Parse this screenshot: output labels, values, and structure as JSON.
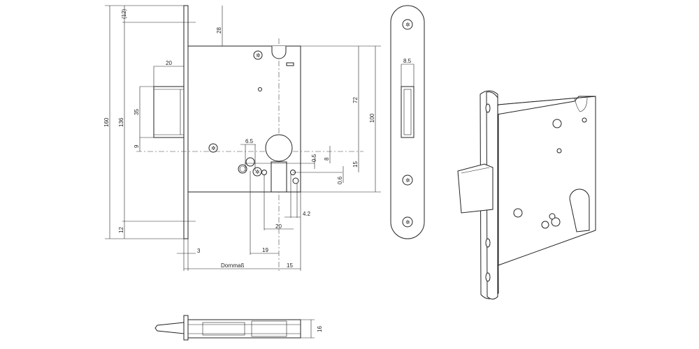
{
  "dimensions": {
    "top_offset": "(12)",
    "faceplate_to_body": "28",
    "latch_projection": "20",
    "latch_height": "35",
    "latch_to_center": "9",
    "faceplate_height": "160",
    "screw_hole_spacing": "136",
    "bottom_offset": "12",
    "hole_spacing_small": "6.5",
    "offset_a": "0.5",
    "offset_b": "8",
    "offset_c": "15",
    "handle_to_cylinder": "72",
    "body_height": "100",
    "offset_d": "0.6",
    "pin_width": "4.2",
    "pin_distance": "20",
    "faceplate_thickness": "3",
    "cylinder_offset": "19",
    "backset_label": "Dornmaß",
    "backset_rear": "15",
    "strike_slot_width": "8.5",
    "lock_depth": "16"
  }
}
